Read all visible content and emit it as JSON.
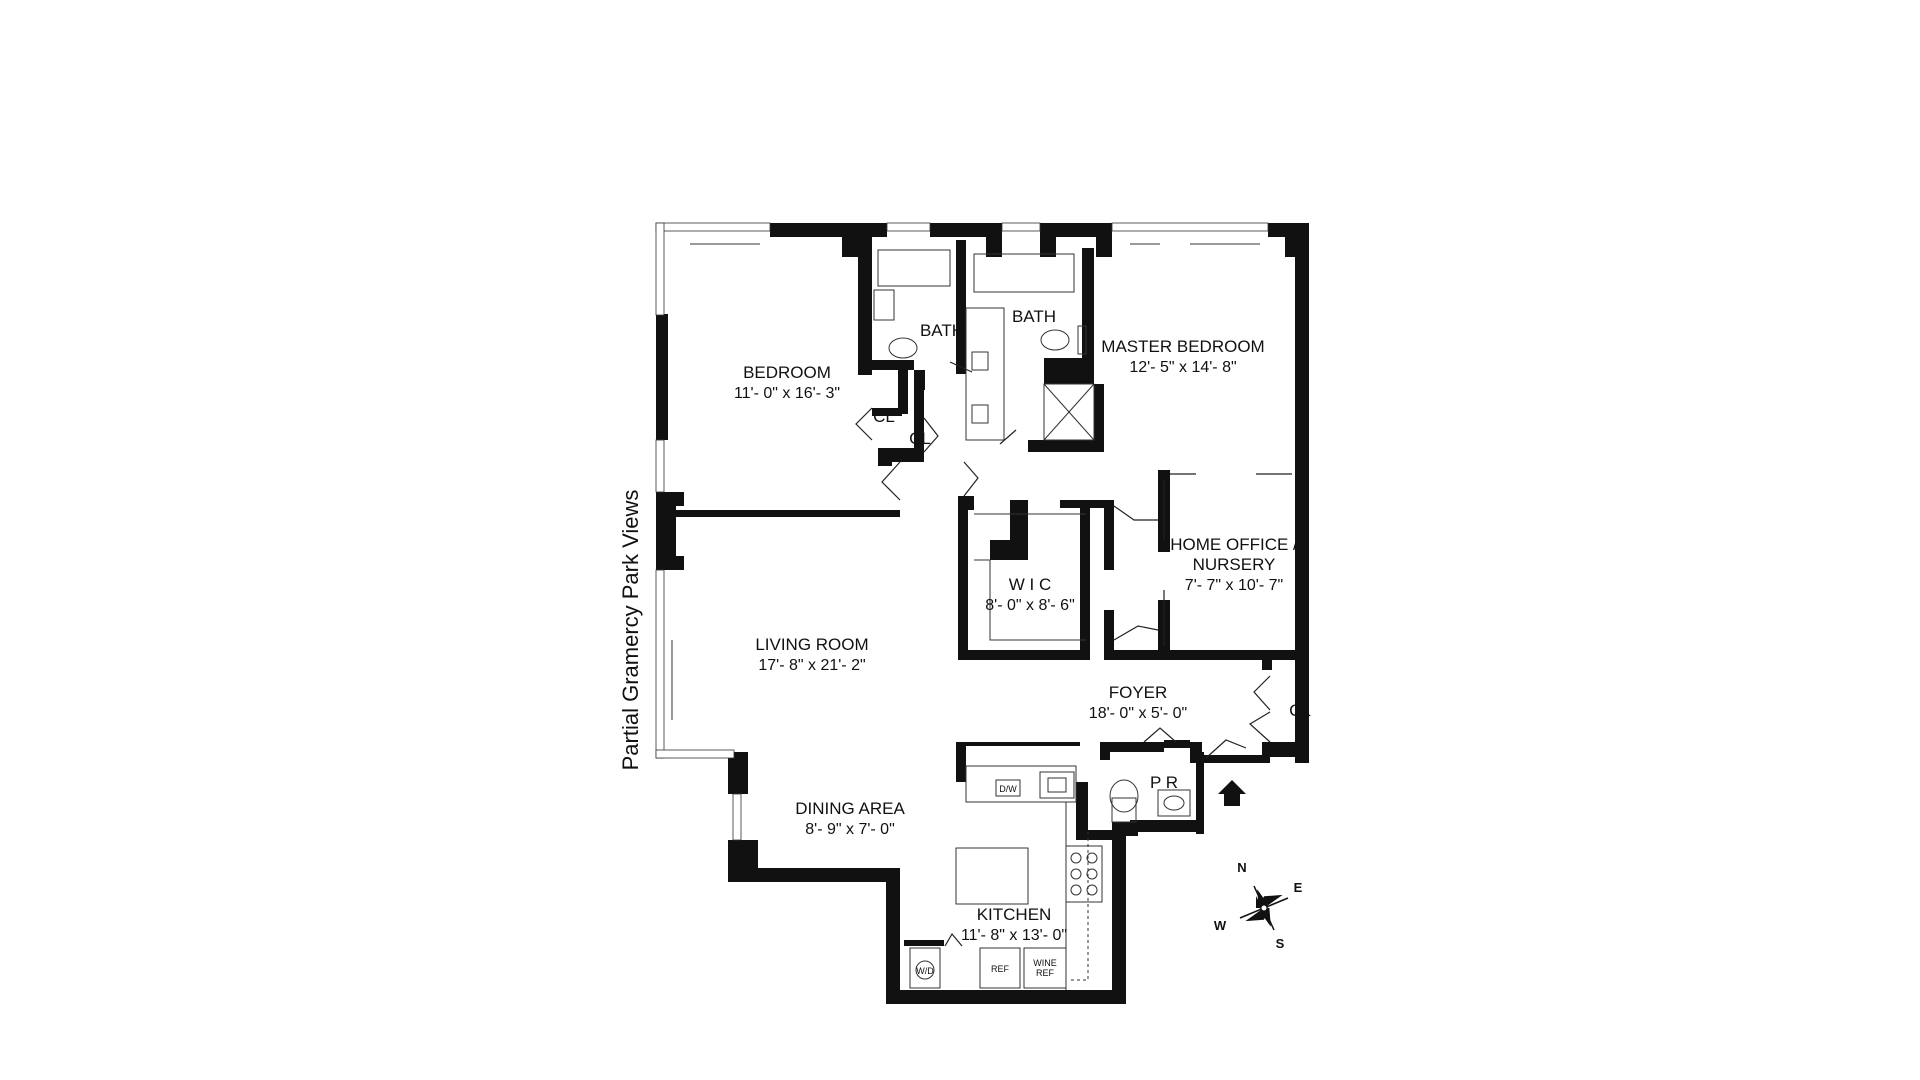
{
  "view_label": "Partial Gramercy Park Views",
  "rooms": {
    "bedroom": {
      "name": "BEDROOM",
      "dim": "11'- 0\" x 16'- 3\""
    },
    "bath1": {
      "name": "BATH"
    },
    "bath2": {
      "name": "BATH"
    },
    "master": {
      "name": "MASTER BEDROOM",
      "dim": "12'- 5\" x 14'- 8\""
    },
    "cl1": {
      "name": "CL"
    },
    "cl2": {
      "name": "CL"
    },
    "cl3": {
      "name": "CL"
    },
    "wic": {
      "name": "W I C",
      "dim": "8'- 0\" x 8'- 6\""
    },
    "office": {
      "line1": "HOME OFFICE /",
      "line2": "NURSERY",
      "dim": "7'- 7\" x 10'- 7\""
    },
    "living": {
      "name": "LIVING ROOM",
      "dim": "17'- 8\" x 21'- 2\""
    },
    "foyer": {
      "name": "FOYER",
      "dim": "18'- 0\" x 5'- 0\""
    },
    "pr": {
      "name": "P R"
    },
    "dining": {
      "name": "DINING AREA",
      "dim": "8'- 9\" x 7'- 0\""
    },
    "kitchen": {
      "name": "KITCHEN",
      "dim": "11'- 8\" x 13'- 0\""
    }
  },
  "appliances": {
    "dw": "D/W",
    "ref": "REF",
    "wine1": "WINE",
    "wine2": "REF",
    "wd": "W/D"
  },
  "compass": {
    "n": "N",
    "e": "E",
    "s": "S",
    "w": "W"
  }
}
